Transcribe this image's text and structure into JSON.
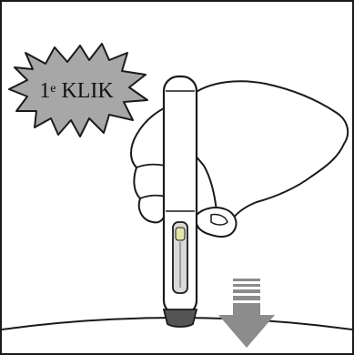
{
  "callout": {
    "number": "1",
    "superscript": "e",
    "text": " KLIK"
  },
  "colors": {
    "burst_fill": "#a7a7a7",
    "arrow_fill": "#8c8c8c",
    "outline": "#1a1a1a",
    "pen_body": "#ffffff",
    "window_fill": "#d9d9d9",
    "window_indicator": "#e3e6a8"
  },
  "icons": {
    "burst": "starburst-callout",
    "arrow": "press-down-arrow",
    "hand": "hand-gripping-pen",
    "pen": "autoinjector-pen"
  }
}
